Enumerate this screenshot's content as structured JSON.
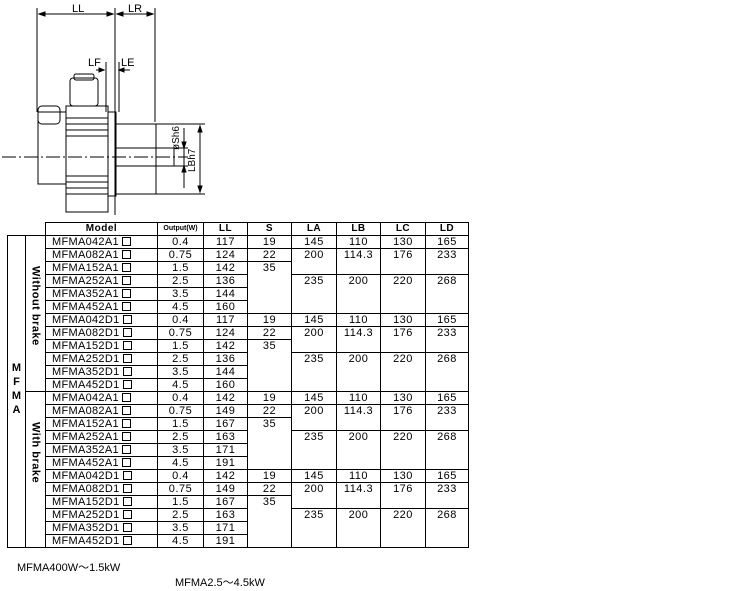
{
  "drawing": {
    "labels": {
      "ll": "LL",
      "lr": "LR",
      "lf": "LF",
      "le": "LE",
      "s": "øSh6",
      "lb": "LBh7"
    }
  },
  "table": {
    "brand": "MFMA",
    "groups": [
      "Without brake",
      "With brake"
    ],
    "headers": [
      "Model",
      "Output(W)",
      "LL",
      "S",
      "LA",
      "LB",
      "LC",
      "LD"
    ],
    "rows": [
      [
        "MFMA042A1",
        "0.4",
        "117",
        "19",
        "145",
        "110",
        "130",
        "165"
      ],
      [
        "MFMA082A1",
        "0.75",
        "124",
        "22",
        "200",
        "114.3",
        "176",
        "233"
      ],
      [
        "MFMA152A1",
        "1.5",
        "142",
        "35",
        "",
        "",
        "",
        ""
      ],
      [
        "MFMA252A1",
        "2.5",
        "136",
        "",
        "235",
        "200",
        "220",
        "268"
      ],
      [
        "MFMA352A1",
        "3.5",
        "144",
        "",
        "",
        "",
        "",
        ""
      ],
      [
        "MFMA452A1",
        "4.5",
        "160",
        "",
        "",
        "",
        "",
        ""
      ],
      [
        "MFMA042D1",
        "0.4",
        "117",
        "19",
        "145",
        "110",
        "130",
        "165"
      ],
      [
        "MFMA082D1",
        "0.75",
        "124",
        "22",
        "200",
        "114.3",
        "176",
        "233"
      ],
      [
        "MFMA152D1",
        "1.5",
        "142",
        "35",
        "",
        "",
        "",
        ""
      ],
      [
        "MFMA252D1",
        "2.5",
        "136",
        "",
        "235",
        "200",
        "220",
        "268"
      ],
      [
        "MFMA352D1",
        "3.5",
        "144",
        "",
        "",
        "",
        "",
        ""
      ],
      [
        "MFMA452D1",
        "4.5",
        "160",
        "",
        "",
        "",
        "",
        ""
      ],
      [
        "MFMA042A1",
        "0.4",
        "142",
        "19",
        "145",
        "110",
        "130",
        "165"
      ],
      [
        "MFMA082A1",
        "0.75",
        "149",
        "22",
        "200",
        "114.3",
        "176",
        "233"
      ],
      [
        "MFMA152A1",
        "1.5",
        "167",
        "35",
        "",
        "",
        "",
        ""
      ],
      [
        "MFMA252A1",
        "2.5",
        "163",
        "",
        "235",
        "200",
        "220",
        "268"
      ],
      [
        "MFMA352A1",
        "3.5",
        "171",
        "",
        "",
        "",
        "",
        ""
      ],
      [
        "MFMA452A1",
        "4.5",
        "191",
        "",
        "",
        "",
        "",
        ""
      ],
      [
        "MFMA042D1",
        "0.4",
        "142",
        "19",
        "145",
        "110",
        "130",
        "165"
      ],
      [
        "MFMA082D1",
        "0.75",
        "149",
        "22",
        "200",
        "114.3",
        "176",
        "233"
      ],
      [
        "MFMA152D1",
        "1.5",
        "167",
        "35",
        "",
        "",
        "",
        ""
      ],
      [
        "MFMA252D1",
        "2.5",
        "163",
        "",
        "235",
        "200",
        "220",
        "268"
      ],
      [
        "MFMA352D1",
        "3.5",
        "171",
        "",
        "",
        "",
        "",
        ""
      ],
      [
        "MFMA452D1",
        "4.5",
        "191",
        "",
        "",
        "",
        "",
        ""
      ]
    ]
  },
  "captions": {
    "left": "MFMA400W～1.5kW",
    "right": "MFMA2.5～4.5kW"
  }
}
